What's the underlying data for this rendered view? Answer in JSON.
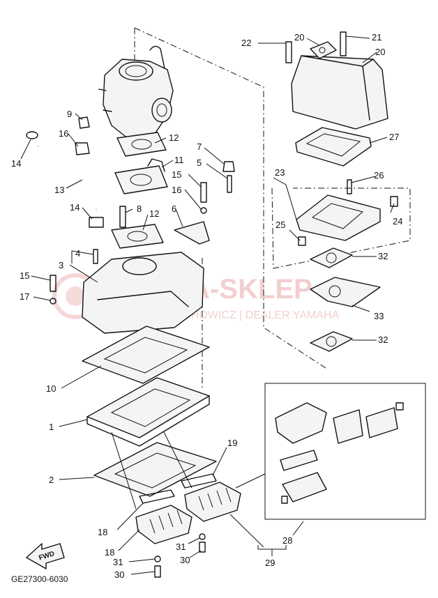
{
  "diagram": {
    "code": "GE27300-6030",
    "fwd_label": "FWD",
    "watermark": {
      "line1": "AMA-SKLEP",
      "line2": "WOJCIECHOWICZ | DEALER YAMAHA"
    },
    "callouts": [
      {
        "id": "c1",
        "label": "1"
      },
      {
        "id": "c2",
        "label": "2"
      },
      {
        "id": "c3",
        "label": "3"
      },
      {
        "id": "c4",
        "label": "4"
      },
      {
        "id": "c5",
        "label": "5"
      },
      {
        "id": "c6",
        "label": "6"
      },
      {
        "id": "c7",
        "label": "7"
      },
      {
        "id": "c8",
        "label": "8"
      },
      {
        "id": "c9",
        "label": "9"
      },
      {
        "id": "c10",
        "label": "10"
      },
      {
        "id": "c11",
        "label": "11"
      },
      {
        "id": "c12a",
        "label": "12"
      },
      {
        "id": "c12b",
        "label": "12"
      },
      {
        "id": "c13",
        "label": "13"
      },
      {
        "id": "c14a",
        "label": "14"
      },
      {
        "id": "c14b",
        "label": "14"
      },
      {
        "id": "c15a",
        "label": "15"
      },
      {
        "id": "c15b",
        "label": "15"
      },
      {
        "id": "c16a",
        "label": "16"
      },
      {
        "id": "c16b",
        "label": "16"
      },
      {
        "id": "c17",
        "label": "17"
      },
      {
        "id": "c18a",
        "label": "18"
      },
      {
        "id": "c18b",
        "label": "18"
      },
      {
        "id": "c19",
        "label": "19"
      },
      {
        "id": "c20a",
        "label": "20"
      },
      {
        "id": "c20b",
        "label": "20"
      },
      {
        "id": "c21",
        "label": "21"
      },
      {
        "id": "c22",
        "label": "22"
      },
      {
        "id": "c23",
        "label": "23"
      },
      {
        "id": "c24",
        "label": "24"
      },
      {
        "id": "c25",
        "label": "25"
      },
      {
        "id": "c26",
        "label": "26"
      },
      {
        "id": "c27",
        "label": "27"
      },
      {
        "id": "c28",
        "label": "28"
      },
      {
        "id": "c29",
        "label": "29"
      },
      {
        "id": "c30a",
        "label": "30"
      },
      {
        "id": "c30b",
        "label": "30"
      },
      {
        "id": "c31a",
        "label": "31"
      },
      {
        "id": "c31b",
        "label": "31"
      },
      {
        "id": "c32a",
        "label": "32"
      },
      {
        "id": "c32b",
        "label": "32"
      },
      {
        "id": "c33",
        "label": "33"
      }
    ]
  }
}
